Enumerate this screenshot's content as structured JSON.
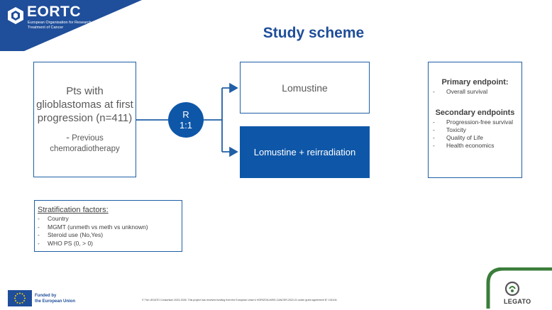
{
  "brand": {
    "name": "EORTC",
    "subtitle": "European Organisation for Research and Treatment of Cancer",
    "color": "#1f4e9a"
  },
  "title": "Study scheme",
  "population": {
    "main": "Pts with glioblastomas at first progression (n=411)",
    "bullet": "-",
    "criterion": "Previous chemoradiotherapy"
  },
  "randomization": {
    "line1": "R",
    "line2": "1:1"
  },
  "arms": [
    {
      "label": "Lomustine"
    },
    {
      "label": "Lomustine + reirradiation"
    }
  ],
  "endpoints": {
    "primary_heading": "Primary endpoint:",
    "primary": [
      "Overall survival"
    ],
    "secondary_heading": "Secondary endpoints",
    "secondary": [
      "Progression-free survival",
      "Toxicity",
      "Quality of Life",
      "Health economics"
    ]
  },
  "stratification": {
    "heading": "Stratification factors:",
    "items": [
      "Country",
      "MGMT (unmeth vs meth vs unknown)",
      "Steroid use (No,Yes)",
      "WHO PS (0, > 0)"
    ]
  },
  "footer": {
    "funded_line1": "Funded by",
    "funded_line2": "the European Union",
    "note": "© The LEGATO Consortium 2023-2026. This project has received funding from the European Union's HORIZON-MISS-CANCER-2022-01 under grant agreement N° 101104."
  },
  "partner_logo": "LEGATO",
  "icons": {
    "brand": "eortc-cube-icon",
    "eu": "eu-flag-icon",
    "partner": "legato-arch-icon"
  },
  "colors": {
    "primary_blue": "#0e57a8",
    "box_border": "#1f5fa6",
    "legato_green": "#3a7d3a"
  }
}
